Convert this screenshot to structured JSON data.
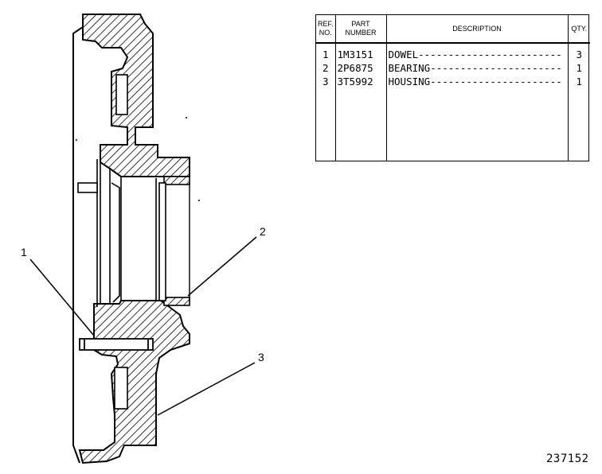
{
  "table": {
    "headers": {
      "ref": "REF. NO.",
      "part": "PART NUMBER",
      "desc": "DESCRIPTION",
      "qty": "QTY."
    },
    "rows": [
      {
        "ref": "1",
        "part": "1M3151",
        "desc": "DOWEL------------------------",
        "qty": "3"
      },
      {
        "ref": "2",
        "part": "2P6875",
        "desc": "BEARING----------------------",
        "qty": "1"
      },
      {
        "ref": "3",
        "part": "3T5992",
        "desc": "HOUSING----------------------",
        "qty": "1"
      }
    ]
  },
  "callouts": [
    "1",
    "2",
    "3"
  ],
  "document_number": "237152"
}
